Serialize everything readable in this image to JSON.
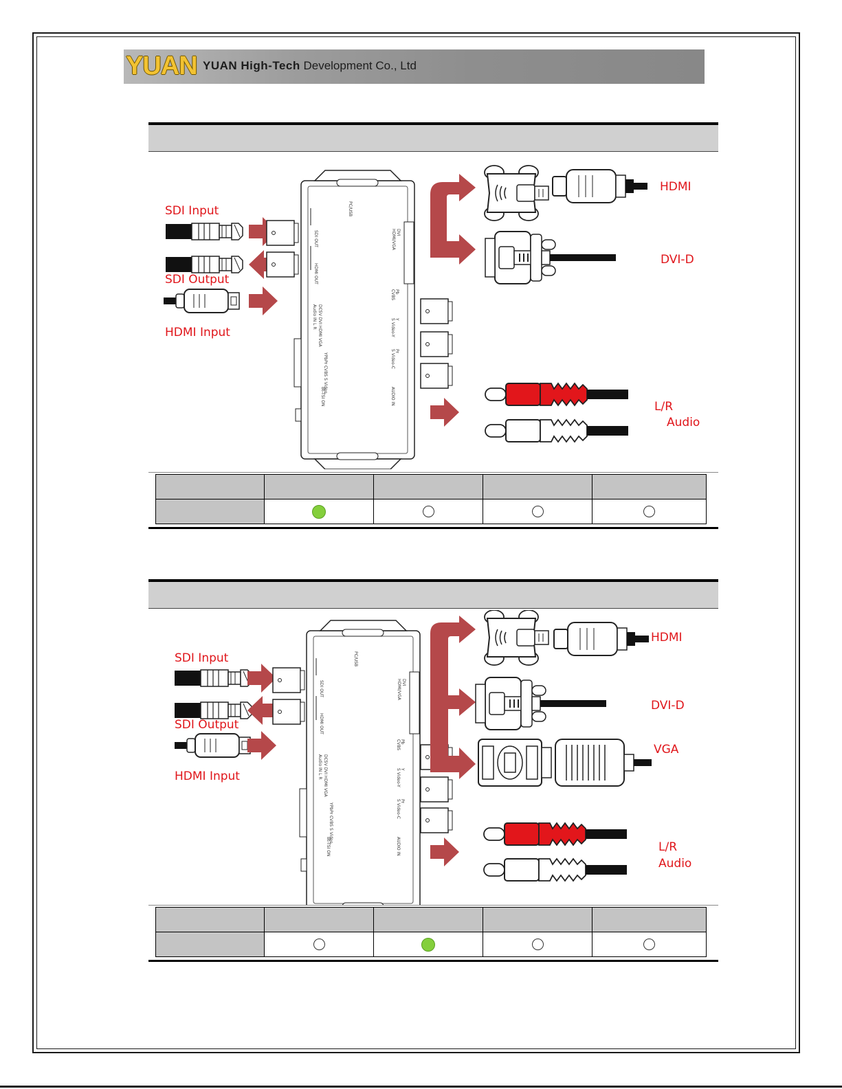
{
  "header": {
    "logo_text": "YUAN",
    "company_bold": "YUAN High-Tech",
    "company_rest": " Development Co., Ltd"
  },
  "sections": [
    {
      "labels": {
        "sdi_input": "SDI Input",
        "sdi_output": "SDI Output",
        "hdmi_input": "HDMI Input",
        "hdmi": "HDMI",
        "dvi_d": "DVI-D",
        "audio_line1": "L/R",
        "audio_line2": "Audio"
      },
      "mode_selected_index": 0
    },
    {
      "labels": {
        "sdi_input": "SDI Input",
        "sdi_output": "SDI Output",
        "hdmi_input": "HDMI Input",
        "hdmi": "HDMI",
        "dvi_d": "DVI-D",
        "vga": "VGA",
        "audio_line1": "L/R",
        "audio_line2": "Audio"
      },
      "mode_selected_index": 1
    }
  ],
  "colors": {
    "arrow": "#b5484a",
    "label_red": "#e0161b",
    "indicator_on": "#84cf3c",
    "title_bar": "#d0d0d0"
  }
}
